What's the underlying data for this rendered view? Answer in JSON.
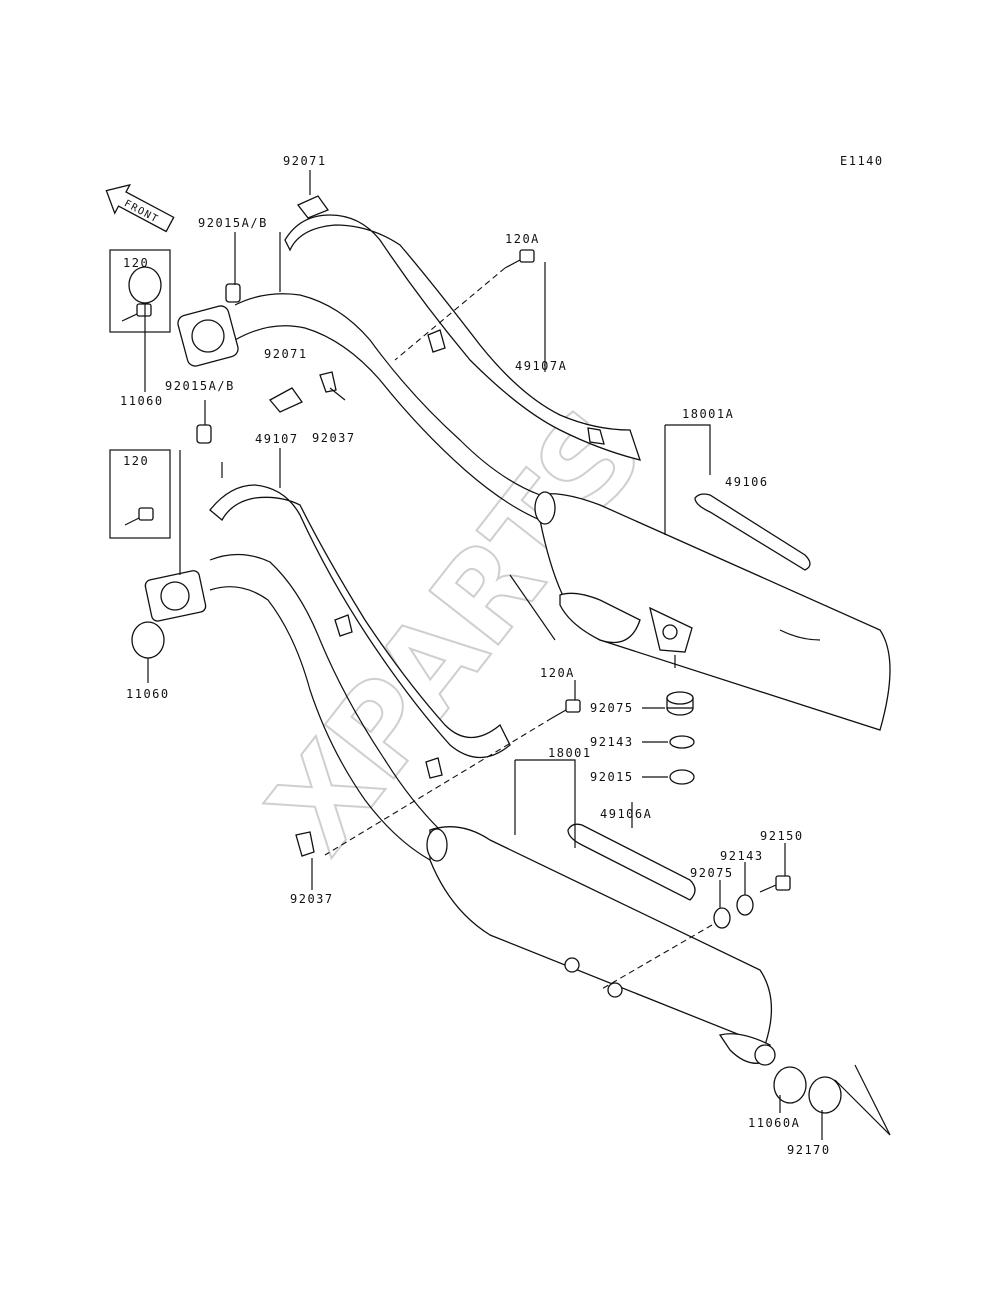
{
  "diagram": {
    "code": "E1140",
    "front_label": "FRONT",
    "watermark": "XPARTS",
    "parts": {
      "p92071_top": "92071",
      "p92015ab_top": "92015A/B",
      "p120_top": "120",
      "p11060_top": "11060",
      "p92071_mid": "92071",
      "p92015ab_mid": "92015A/B",
      "p92037_top": "92037",
      "p120_mid": "120",
      "p49107": "49107",
      "p120a_top": "120A",
      "p49107a": "49107A",
      "p18001a": "18001A",
      "p49106": "49106",
      "p11060_bot": "11060",
      "p120a_mid": "120A",
      "p92075_top": "92075",
      "p92143_top": "92143",
      "p92015": "92015",
      "p18001": "18001",
      "p49106a": "49106A",
      "p92150": "92150",
      "p92143_bot": "92143",
      "p92075_bot": "92075",
      "p92037_bot": "92037",
      "p11060a": "11060A",
      "p92170": "92170"
    }
  },
  "colors": {
    "ink": "#111111",
    "watermark": "#cfcfcf",
    "background": "#ffffff"
  }
}
